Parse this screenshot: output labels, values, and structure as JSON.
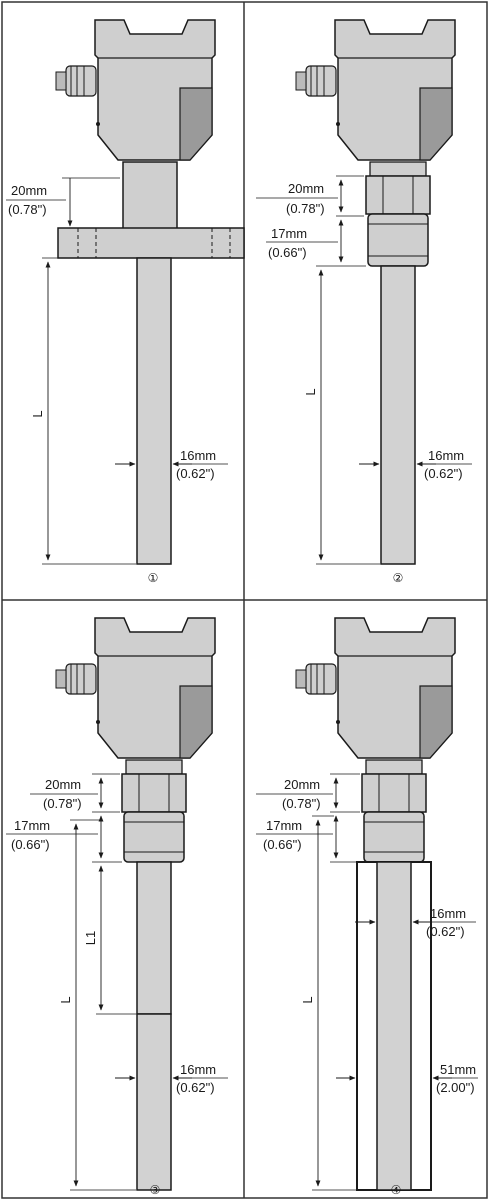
{
  "colors": {
    "housing_fill": "#cfcfcf",
    "housing_dark": "#9a9a9a",
    "rod_fill": "#d2d2d2",
    "line": "#1a1a1a",
    "frame": "#333333",
    "background": "#ffffff"
  },
  "variants": [
    {
      "number": "①",
      "labels": {
        "dim_a_mm": "20mm",
        "dim_a_in": "(0.78\")",
        "length": "L",
        "dia_mm": "16mm",
        "dia_in": "(0.62\")"
      }
    },
    {
      "number": "②",
      "labels": {
        "dim_a_mm": "20mm",
        "dim_a_in": "(0.78\")",
        "dim_b_mm": "17mm",
        "dim_b_in": "(0.66\")",
        "length": "L",
        "dia_mm": "16mm",
        "dia_in": "(0.62\")"
      }
    },
    {
      "number": "③",
      "labels": {
        "dim_a_mm": "20mm",
        "dim_a_in": "(0.78\")",
        "dim_b_mm": "17mm",
        "dim_b_in": "(0.66\")",
        "length_l1": "L1",
        "length": "L",
        "dia_mm": "16mm",
        "dia_in": "(0.62\")"
      }
    },
    {
      "number": "④",
      "labels": {
        "dim_a_mm": "20mm",
        "dim_a_in": "(0.78\")",
        "dim_b_mm": "17mm",
        "dim_b_in": "(0.66\")",
        "length": "L",
        "dia_mm": "16mm",
        "dia_in": "(0.62\")",
        "tube_mm": "51mm",
        "tube_in": "(2.00\")"
      }
    }
  ]
}
